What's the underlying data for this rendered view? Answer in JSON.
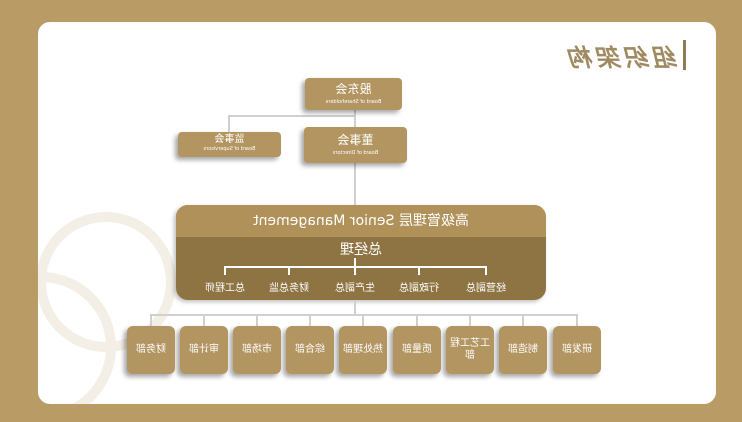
{
  "title": "组织架构",
  "shareholders": {
    "cn": "股东会",
    "en": "Board of Shareholders"
  },
  "supervisors": {
    "cn": "监事会",
    "en": "Board of Supervisors"
  },
  "directors": {
    "cn": "董事会",
    "en": "Board of Directors"
  },
  "senior": {
    "title": "高级管理层 Senior Management",
    "gm": "总经理",
    "roles": [
      "经营副总",
      "行政副总",
      "生产副总",
      "财务总监",
      "总工程师"
    ]
  },
  "departments": [
    "研发部",
    "制造部",
    "工艺工程部",
    "质量部",
    "热处理部",
    "综合部",
    "市场部",
    "审计部",
    "财务部"
  ],
  "colors": {
    "background": "#b99b66",
    "box": "#b39562",
    "senior_dark": "#8e7443",
    "senior_light": "#b0915a"
  }
}
